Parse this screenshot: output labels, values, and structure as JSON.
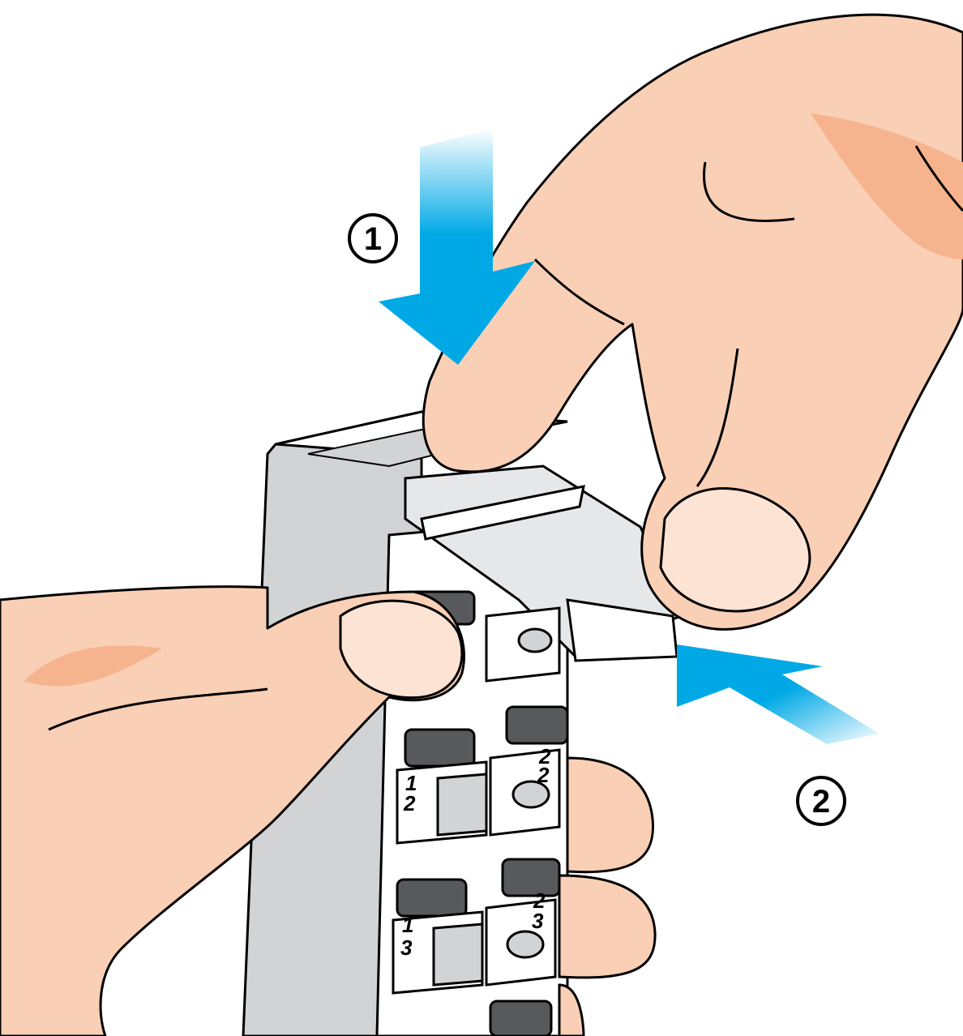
{
  "steps": [
    {
      "number": "1",
      "action": "press-down"
    },
    {
      "number": "2",
      "action": "push-in"
    }
  ],
  "terminal_labels": {
    "row2_left": [
      "1",
      "2"
    ],
    "row2_right": [
      "2",
      "2"
    ],
    "row3_left": [
      "1",
      "3"
    ],
    "row3_right": [
      "2",
      "3"
    ]
  },
  "colors": {
    "skin": "#f9cfb5",
    "skin_shadow": "#f5b38e",
    "arrow_blue": "#00a9e6",
    "housing_gray": "#d1d3d4",
    "lever_dark": "#58595b",
    "outline": "#000000"
  }
}
